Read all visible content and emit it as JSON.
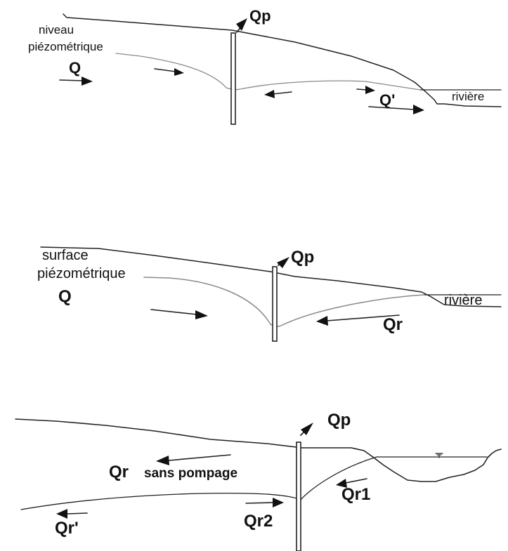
{
  "panels": [
    {
      "labels": {
        "qp": "Qp",
        "niveau": "niveau",
        "piezo": "piézométrique",
        "q": "Q",
        "q_prime": "Q'",
        "riviere": "rivière"
      }
    },
    {
      "labels": {
        "surface": "surface",
        "piezo": "piézométrique",
        "q": "Q",
        "qp": "Qp",
        "riviere": "rivière",
        "qr": "Qr"
      }
    },
    {
      "labels": {
        "qp": "Qp",
        "qr_sans": "Qr",
        "sans_pompage": "sans pompage",
        "qr1": "Qr1",
        "qr2": "Qr2",
        "qr_prime": "Qr'"
      }
    }
  ],
  "colors": {
    "ink": "#111111",
    "gray_line": "#8a8a8a",
    "background": "#ffffff"
  }
}
